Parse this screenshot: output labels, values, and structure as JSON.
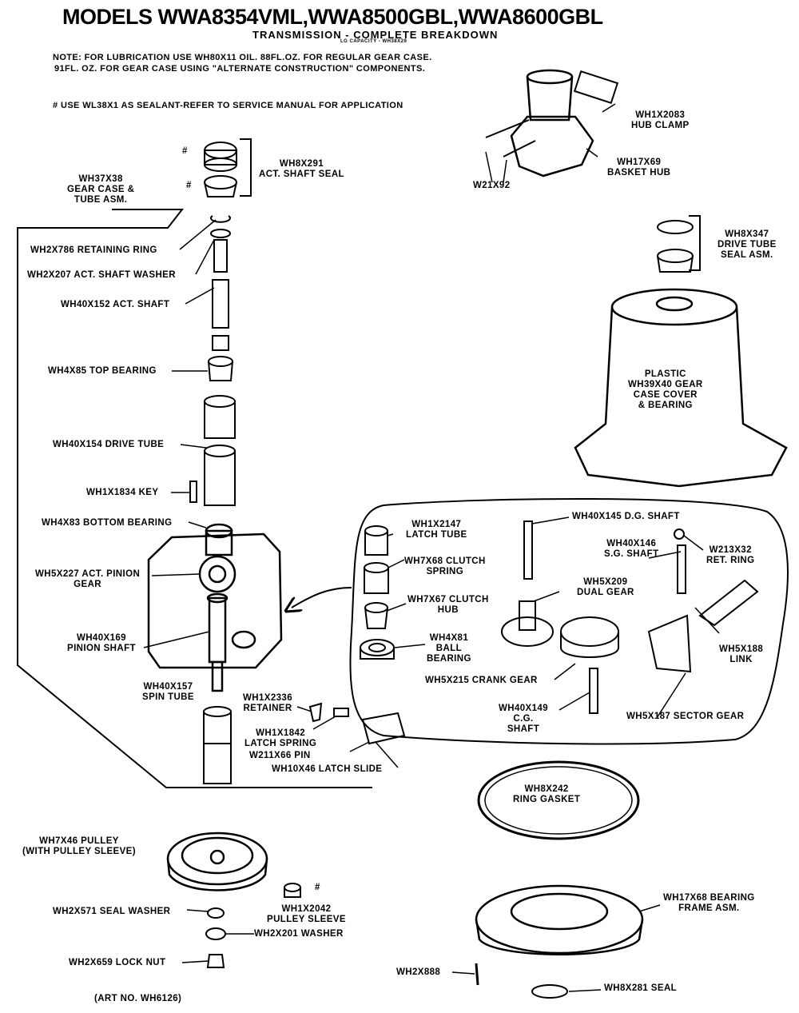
{
  "title": "MODELS WWA8354VML,WWA8500GBL,WWA8600GBL",
  "subtitle": "TRANSMISSION - COMPLETE BREAKDOWN",
  "capacity_note": "LG CAPACITY - WH38X29",
  "note_lines": [
    "NOTE: FOR LUBRICATION USE WH80X11 OIL. 88FL.OZ. FOR REGULAR GEAR CASE.",
    "91FL. OZ. FOR GEAR CASE USING \"ALTERNATE CONSTRUCTION\" COMPONENTS."
  ],
  "sealant_note": "# USE WL38X1 AS SEALANT-REFER TO SERVICE MANUAL FOR APPLICATION",
  "labels": {
    "act_shaft_seal": "WH8X291\nACT. SHAFT SEAL",
    "gear_case_tube": "WH37X38\nGEAR CASE &\nTUBE ASM.",
    "retaining_ring": "WH2X786 RETAINING RING",
    "act_shaft_washer": "WH2X207 ACT. SHAFT WASHER",
    "act_shaft": "WH40X152 ACT. SHAFT",
    "top_bearing": "WH4X85 TOP BEARING",
    "drive_tube": "WH40X154 DRIVE TUBE",
    "key": "WH1X1834 KEY",
    "bottom_bearing": "WH4X83 BOTTOM BEARING",
    "act_pinion_gear": "WH5X227 ACT. PINION\nGEAR",
    "pinion_shaft": "WH40X169\nPINION SHAFT",
    "spin_tube": "WH40X157\nSPIN TUBE",
    "retainer": "WH1X2336\nRETAINER",
    "latch_spring": "WH1X1842\nLATCH SPRING",
    "pin": "W211X66 PIN",
    "latch_slide": "WH10X46 LATCH SLIDE",
    "hub_clamp": "WH1X2083\nHUB CLAMP",
    "basket_hub": "WH17X69\nBASKET HUB",
    "w21x92": "W21X92",
    "drive_tube_seal": "WH8X347\nDRIVE TUBE\nSEAL ASM.",
    "gear_case_cover": "PLASTIC\nWH39X40 GEAR\nCASE COVER\n& BEARING",
    "latch_tube": "WH1X2147\nLATCH TUBE",
    "clutch_spring": "WH7X68 CLUTCH\nSPRING",
    "clutch_hub": "WH7X67 CLUTCH\nHUB",
    "ball_bearing": "WH4X81\nBALL\nBEARING",
    "dg_shaft": "WH40X145 D.G. SHAFT",
    "sg_shaft": "WH40X146\nS.G. SHAFT",
    "ret_ring": "W213X32\nRET. RING",
    "dual_gear": "WH5X209\nDUAL GEAR",
    "link": "WH5X188\nLINK",
    "crank_gear": "WH5X215 CRANK GEAR",
    "cg_shaft": "WH40X149\nC.G.\nSHAFT",
    "sector_gear": "WH5X187 SECTOR GEAR",
    "ring_gasket": "WH8X242\nRING GASKET",
    "pulley": "WH7X46 PULLEY\n(WITH PULLEY SLEEVE)",
    "seal_washer": "WH2X571 SEAL WASHER",
    "pulley_sleeve": "WH1X2042\nPULLEY SLEEVE",
    "washer": "WH2X201 WASHER",
    "lock_nut": "WH2X659 LOCK NUT",
    "bearing_frame": "WH17X68 BEARING\nFRAME ASM.",
    "wh2x888": "WH2X888",
    "seal": "WH8X281 SEAL",
    "art_no": "(ART NO. WH6126)",
    "hash1": "#",
    "hash2": "#",
    "hash3": "#"
  }
}
